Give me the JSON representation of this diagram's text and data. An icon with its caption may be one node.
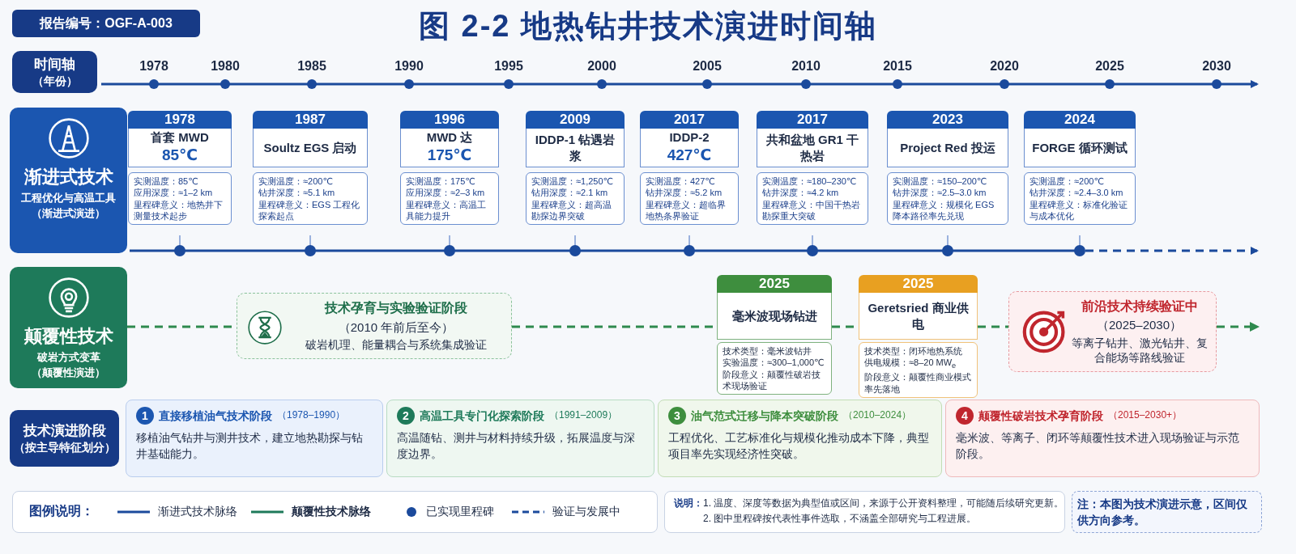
{
  "diagram": {
    "title": "图 2-2  地热钻井技术演进时间轴",
    "nodes": [
      {
        "text": [
          "时间轴",
          "（年份）"
        ]
      },
      {
        "text": [
          "渐进式技术",
          "工程优化与高温工具",
          "（渐进式演进）"
        ]
      },
      {
        "text": [
          "1978",
          "首套 MWD",
          "85℃",
          "实测温度：85℃",
          "应用深度：≈1–2 km",
          "里程碑意义：地热井下测量技术起步"
        ]
      },
      {
        "text": [
          "1987",
          "Soultz EGS 启动",
          "实测温度：≈200℃",
          "钻井深度：≈5.1 km",
          "里程碑意义：EGS 工程化探索起点"
        ]
      },
      {
        "text": [
          "1996",
          "MWD 达",
          "175℃",
          "实测温度：175℃",
          "应用深度：≈2–3 km",
          "里程碑意义：高温工具能力提升"
        ]
      },
      {
        "text": [
          "2009",
          "IDDP-1 钻遇岩浆",
          "实测温度：≈1,250℃",
          "钻用深度：≈2.1 km",
          "里程碑意义：超高温勘探边界突破"
        ]
      },
      {
        "text": [
          "2017",
          "IDDP-2",
          "427℃",
          "实测温度：427℃",
          "钻井深度：≈5.2 km",
          "里程碑意义：超临界地热条界验证"
        ]
      },
      {
        "text": [
          "2017",
          "共和盆地 GR1 干热岩",
          "实测温度：≈180–230℃",
          "钻井深度：≈4.2 km",
          "里程碑意义：中国干热岩勘探重大突破"
        ]
      },
      {
        "text": [
          "2023",
          "Project Red 投运",
          "实测温度：≈150–200℃",
          "钻井深度：≈2.5–3.0 km",
          "里程碑意义：规模化 EGS 降本路径率先兑现"
        ]
      },
      {
        "text": [
          "2024",
          "FORGE 循环测试",
          "实测温度：≈200℃",
          "钻井深度：≈2.4–3.0 km",
          "里程碑意义：标准化验证与成本优化"
        ]
      },
      {
        "text": [
          "颠覆性技术",
          "破岩方式变革",
          "（颠覆性演进）"
        ]
      },
      {
        "text": [
          "技术孕育与实验验证阶段",
          "（2010 年前后至今）",
          "破岩机理、能量耦合与系统集成验证"
        ]
      },
      {
        "text": [
          "2025",
          "毫米波现场钻进",
          "技术类型：毫米波钻井",
          "实验温度：≈300–1,000℃",
          "阶段意义：颠覆性破岩技术现场验证"
        ]
      },
      {
        "text": [
          "2025",
          "Geretsried 商业供电",
          "技术类型：闭环地热系统",
          "供电规模：≈8–20 MW$_{e}$",
          "阶段意义：颠覆性商业模式率先落地"
        ]
      },
      {
        "text": [
          "前沿技术持续验证中",
          "（2025–2030）",
          "等离子钻井、激光钻井、复合能场等路线验证"
        ]
      },
      {
        "text": [
          "技术演进阶段",
          "（按主导特征划分）"
        ]
      },
      {
        "text": [
          "1",
          "直接移植油气技术阶段",
          "（1978–1990）",
          "移植油气钻井与测井技术，建立地热勘探与钻井基础能力。"
        ]
      },
      {
        "text": [
          "2",
          "高温工具专门化探索阶段",
          "（1991–2009）",
          "高温随钻、测井与材料持续升级，拓展温度与深度边界。"
        ]
      },
      {
        "text": [
          "3",
          "油气范式迁移与降本突破阶段",
          "（2010–2024）",
          "工程优化、工艺标准化与规模化推动成本下降，典型项目率先实现经济性突破。"
        ]
      },
      {
        "text": [
          "4",
          "颠覆性破岩技术孕育阶段",
          "（2015–2030+）",
          "毫米波、等离子、闭环等颠覆性技术进入现场验证与示范阶段。"
        ]
      }
    ],
    "edges": [
      {
        "from": 10,
        "to": 11,
        "arrow": "none",
        "style": "dashed",
        "color": "#2e8a4e"
      },
      {
        "from": 11,
        "to": 12,
        "arrow": "none",
        "style": "dashed",
        "color": "#2e8a4e"
      },
      {
        "from": 12,
        "to": 13,
        "arrow": "none",
        "style": "dashed",
        "color": "#2e8a4e"
      },
      {
        "from": 13,
        "to": 14,
        "arrow": "none",
        "style": "dashed",
        "color": "#2e8a4e"
      },
      {
        "from": 14,
        "to": null,
        "arrow": "to",
        "style": "dashed",
        "color": "#2e8a4e"
      }
    ],
    "labels": [
      "报告编号：OGF-A-003",
      "1978",
      "1980",
      "1985",
      "1990",
      "1995",
      "2000",
      "2005",
      "2010",
      "2015",
      "2020",
      "2025",
      "2030",
      "图例说明：",
      "说明：",
      "1. 温度、深度等数据为典型值或区间，来源于公开资料整理，可能随后续研究更新。",
      "2. 图中里程碑按代表性事件选取，不涵盖全部研究与工程进展。",
      "注：本图为技术演进示意，区间仅供方向参考。"
    ],
    "legend": [
      {
        "text": "渐进式技术脉络"
      },
      {
        "text": "颠覆性技术脉络"
      },
      {
        "text": "已实现里程碑"
      },
      {
        "text": "验证与发展中"
      }
    ]
  }
}
